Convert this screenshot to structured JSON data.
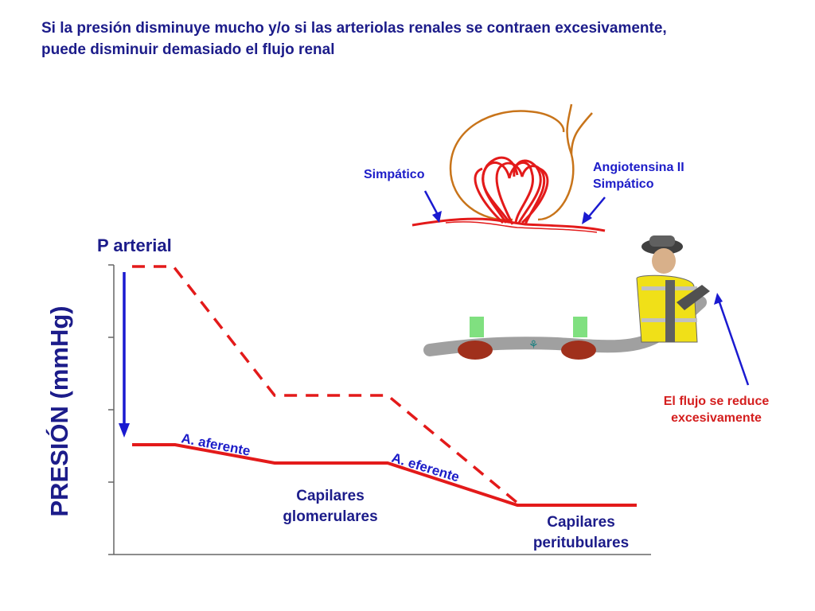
{
  "title": "Si la presión disminuye mucho y/o si las arteriolas renales se contraen excesivamente, puede disminuir demasiado el flujo renal",
  "labels": {
    "p_arterial": "P arterial",
    "y_axis": "PRESIÓN (mmHg)",
    "a_aferente": "A. aferente",
    "a_eferente": "A. eferente",
    "capilares_glomerulares": [
      "Capilares",
      "glomerulares"
    ],
    "capilares_peritubulares": [
      "Capilares",
      "peritubulares"
    ],
    "simpatico": "Simpático",
    "angiotensina": [
      "Angiotensina II",
      "Simpático"
    ],
    "flujo": [
      "El flujo se reduce",
      "excesivamente"
    ]
  },
  "colors": {
    "title": "#1c1c8a",
    "blue_label": "#1c1cc8",
    "red": "#e31a1a",
    "dark_red": "#d41e1e",
    "arrow_blue": "#1a1ad0",
    "glomerulus_capsule": "#c8741a"
  }
}
